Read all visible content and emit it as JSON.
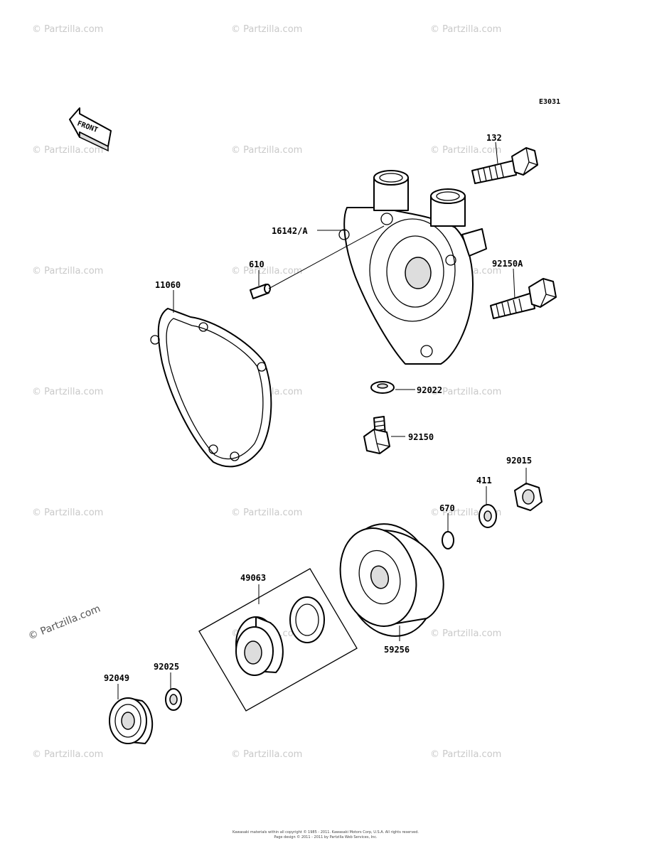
{
  "diagram": {
    "code": "E3031",
    "front_arrow": "FRONT",
    "watermark": "© Partzilla.com",
    "watermark_main": "© Partzilla.com",
    "footer": [
      "Kawasaki materials within all copyright © 1985 - 2011. Kawasaki Motors Corp, U.S.A. All rights reserved.",
      "Page design © 2011 - 2011 by Partzilla Web Services, Inc."
    ],
    "labels": {
      "p132": "132",
      "p16142": "16142/A",
      "p610": "610",
      "p92150A": "92150A",
      "p11060": "11060",
      "p92022": "92022",
      "p92150": "92150",
      "p92015": "92015",
      "p411": "411",
      "p670": "670",
      "p49063": "49063",
      "p59256": "59256",
      "p92025": "92025",
      "p92049": "92049"
    }
  }
}
